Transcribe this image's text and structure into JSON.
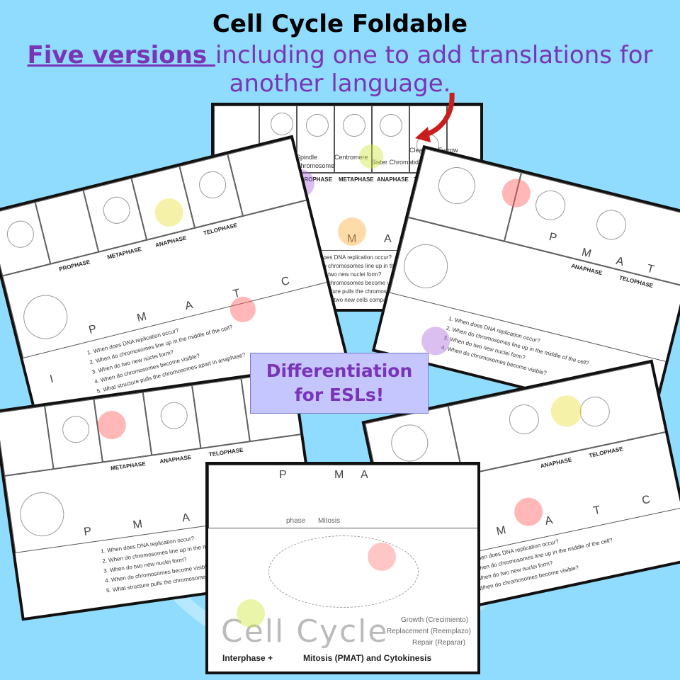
{
  "header": {
    "title": "Cell Cycle Foldable",
    "subtitle_highlight": "Five versions ",
    "subtitle_rest": "including one to add translations for",
    "subtitle_line2": "another language."
  },
  "badge": {
    "line1": "Differentiation",
    "line2": "for ESLs!"
  },
  "center_sheet": {
    "labels": [
      "Spindle",
      "Chromosome",
      "Centromere",
      "Sister Chromatid",
      "Cleavage Furrow"
    ],
    "phases": [
      "PROPHASE",
      "METAPHASE",
      "ANAPHASE",
      "TELOPHASE"
    ],
    "questions": [
      "1. When does DNA replication occur?",
      "2. When do chromosomes line up in the middle of the cell?",
      "3. When do two new nuclei form?",
      "4. When do chromosomes become visible?",
      "5. What structure pulls the chromosomes apart in anaphase?",
      "6. How do the two new cells compare to each other?"
    ]
  },
  "letters": [
    "P",
    "M",
    "A",
    "T",
    "C",
    "I"
  ],
  "bottom_sheet": {
    "big_title": "Cell  Cycle",
    "tags": [
      "Growth (Crecimiento)",
      "Replacement (Reemplazo)",
      "Repair (Reparar)"
    ],
    "footer_left": "Interphase +",
    "footer_right": "Mitosis (PMAT) and Cytokinesis",
    "mini_labels": [
      "Mitosis",
      "phase"
    ]
  },
  "colors": {
    "background": "#8fdcff",
    "accent_purple": "#7a34b8",
    "badge_bg": "#c6c6ff",
    "arrow": "#c81e1e"
  },
  "icons": [
    "red-curved-arrow-icon"
  ]
}
